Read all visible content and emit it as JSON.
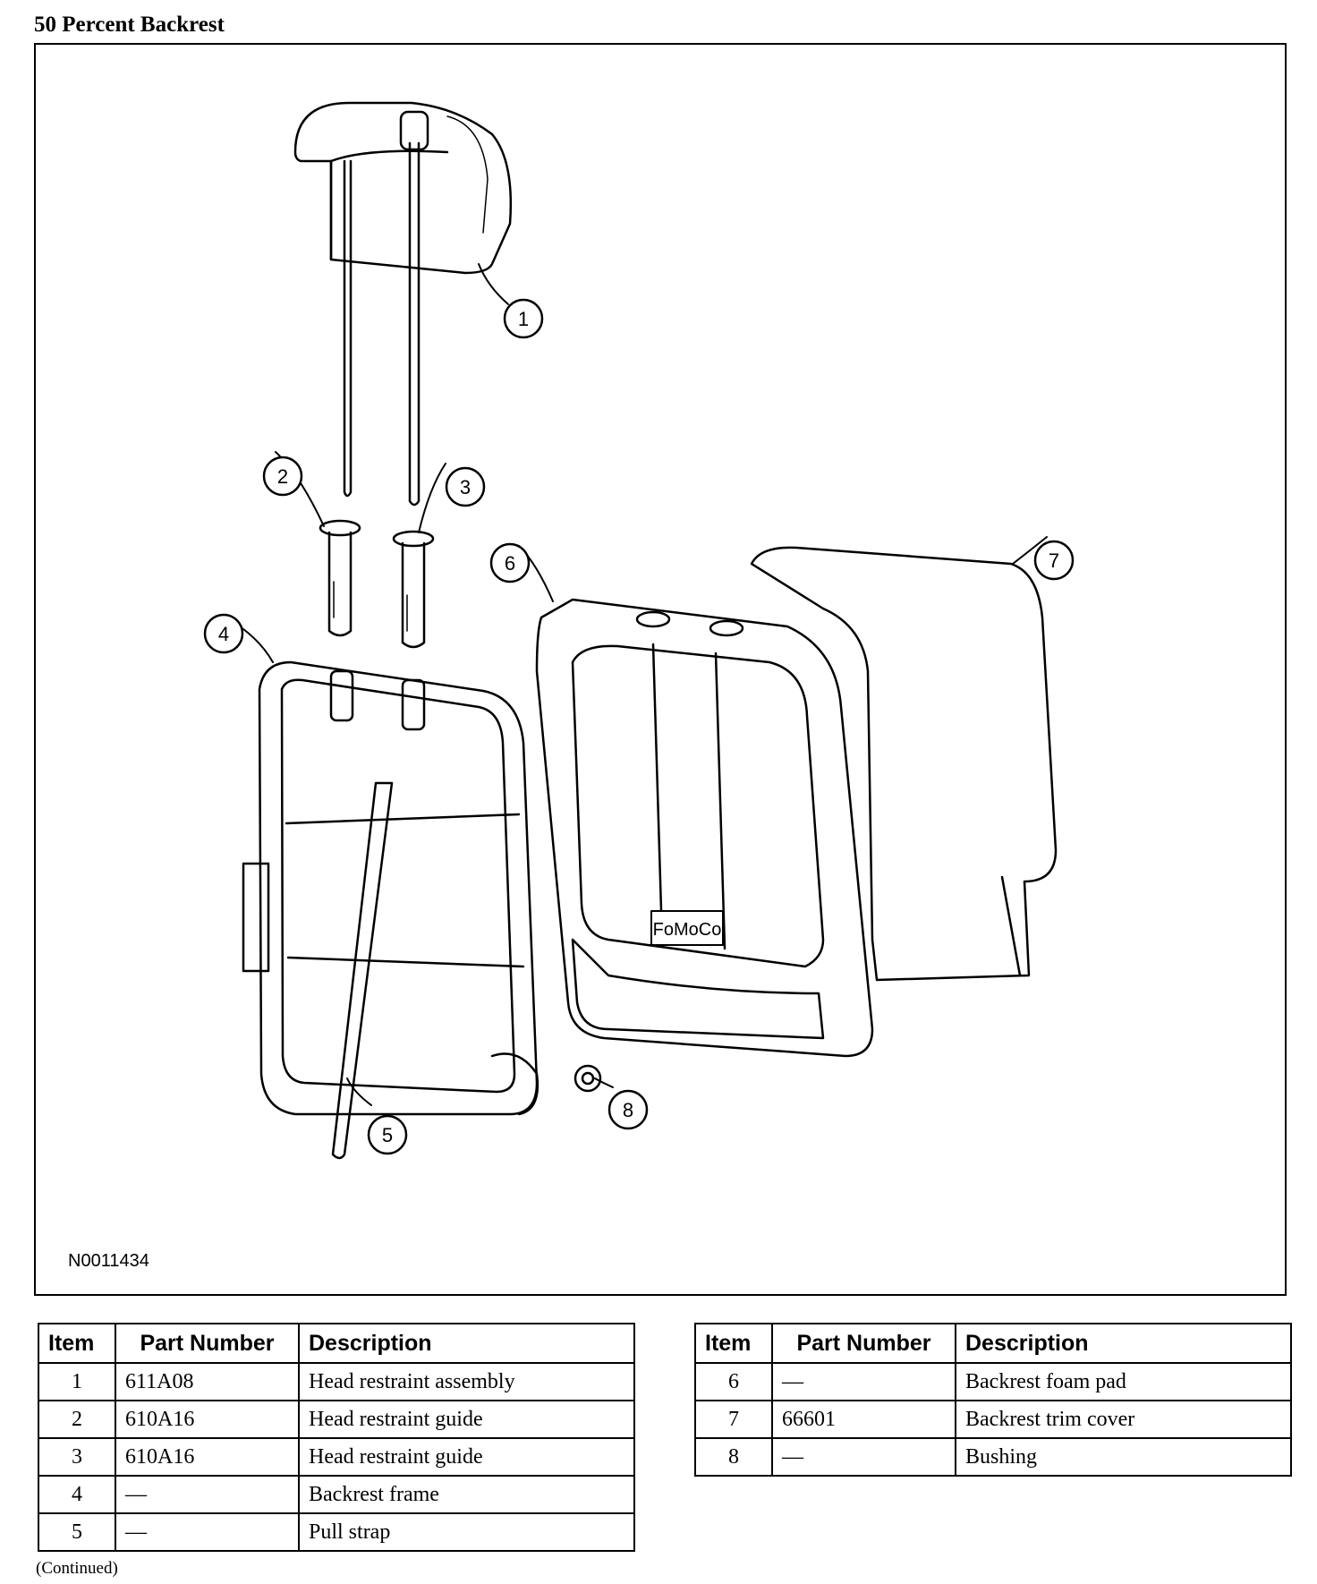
{
  "page": {
    "title": "50 Percent Backrest",
    "footer": "(Continued)"
  },
  "figure": {
    "id": "N0011434",
    "callouts": [
      "1",
      "2",
      "3",
      "4",
      "5",
      "6",
      "7",
      "8"
    ],
    "logo": "FoMoCo"
  },
  "table_left": {
    "headers": [
      "Item",
      "Part Number",
      "Description"
    ],
    "rows": [
      [
        "1",
        "611A08",
        "Head restraint assembly"
      ],
      [
        "2",
        "610A16",
        "Head restraint guide"
      ],
      [
        "3",
        "610A16",
        "Head restraint guide"
      ],
      [
        "4",
        "—",
        "Backrest frame"
      ],
      [
        "5",
        "—",
        "Pull strap"
      ]
    ]
  },
  "table_right": {
    "headers": [
      "Item",
      "Part Number",
      "Description"
    ],
    "rows": [
      [
        "6",
        "—",
        "Backrest foam pad"
      ],
      [
        "7",
        "66601",
        "Backrest trim cover"
      ],
      [
        "8",
        "—",
        "Bushing"
      ]
    ]
  }
}
